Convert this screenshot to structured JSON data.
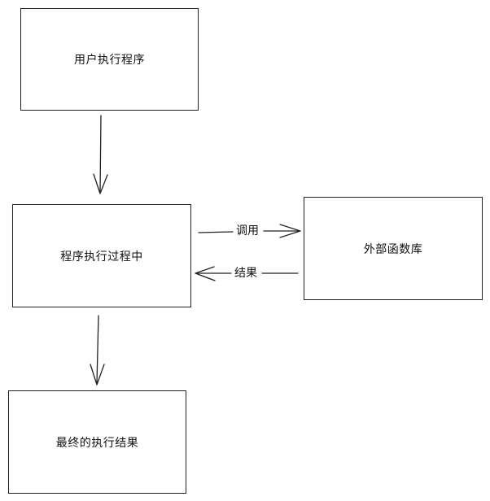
{
  "diagram": {
    "nodes": {
      "user_run": {
        "label": "用户执行程序"
      },
      "executing": {
        "label": "程序执行过程中"
      },
      "external_lib": {
        "label": "外部函数库"
      },
      "final_result": {
        "label": "最终的执行结果"
      }
    },
    "edges": {
      "user_to_exec": {
        "from": "user_run",
        "to": "executing",
        "label": ""
      },
      "call": {
        "from": "executing",
        "to": "external_lib",
        "label": "调用"
      },
      "result": {
        "from": "external_lib",
        "to": "executing",
        "label": "结果"
      },
      "exec_to_final": {
        "from": "executing",
        "to": "final_result",
        "label": ""
      }
    },
    "colors": {
      "stroke": "#222222",
      "background": "#ffffff"
    }
  }
}
